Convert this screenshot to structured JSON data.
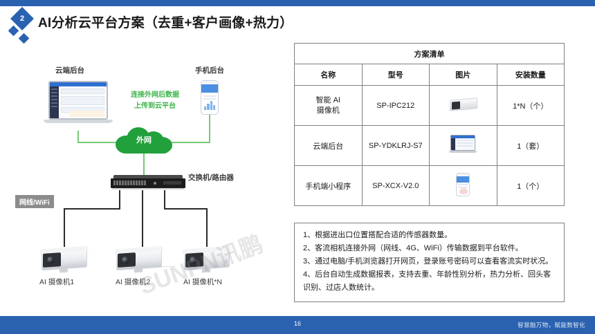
{
  "header": {
    "badge_number": "2",
    "title": "AI分析云平台方案（去重+客户画像+热力）"
  },
  "diagram": {
    "cloud_server_label": "云端后台",
    "phone_server_label": "手机后台",
    "green_note_line1": "连接外网后数据",
    "green_note_line2": "上传到云平台",
    "internet_cloud_label": "外网",
    "switch_label": "交换机/路由器",
    "link_tag": "网线/WiFi",
    "camera1_label": "AI 摄像机1",
    "camera2_label": "AI 摄像机2",
    "cameraN_label": "AI 摄像机*N",
    "ellipsis": "......",
    "watermark": "SUNPN讯鹏"
  },
  "table": {
    "title": "方案清单",
    "headers": [
      "名称",
      "型号",
      "图片",
      "安装数量"
    ],
    "rows": [
      {
        "name_line1": "智能 AI",
        "name_line2": "摄像机",
        "model": "SP-IPC212",
        "image": "camera-thumbnail",
        "quantity": "1*N（个）"
      },
      {
        "name_line1": "云端后台",
        "name_line2": "",
        "model": "SP-YDKLRJ-S7",
        "image": "laptop-thumbnail",
        "quantity": "1（套）"
      },
      {
        "name_line1": "手机端小程序",
        "name_line2": "",
        "model": "SP-XCX-V2.0",
        "image": "phone-thumbnail",
        "quantity": "1（个）"
      }
    ]
  },
  "notes": {
    "item1": "1、根据进出口位置搭配合适的传感器数量。",
    "item2": "2、客流相机连接外网（网线、4G、WiFi）传输数据到平台软件。",
    "item3": "3、通过电脑/手机浏览器打开网页，登录账号密码可以查看客流实时状况。",
    "item4": "4、后台自动生成数据报表，支持去重、年龄性别分析，热力分析、回头客识别、过店人数统计。"
  },
  "footer": {
    "page_number": "16",
    "tagline": "智慧融万物，赋能数智化"
  },
  "colors": {
    "brand_blue": "#2a62b0",
    "accent_green": "#22a03c",
    "note_green": "#3cb54a",
    "line_green": "#78c878",
    "wire_black": "#2b2b2b",
    "tag_gray": "#8c8c8c"
  }
}
